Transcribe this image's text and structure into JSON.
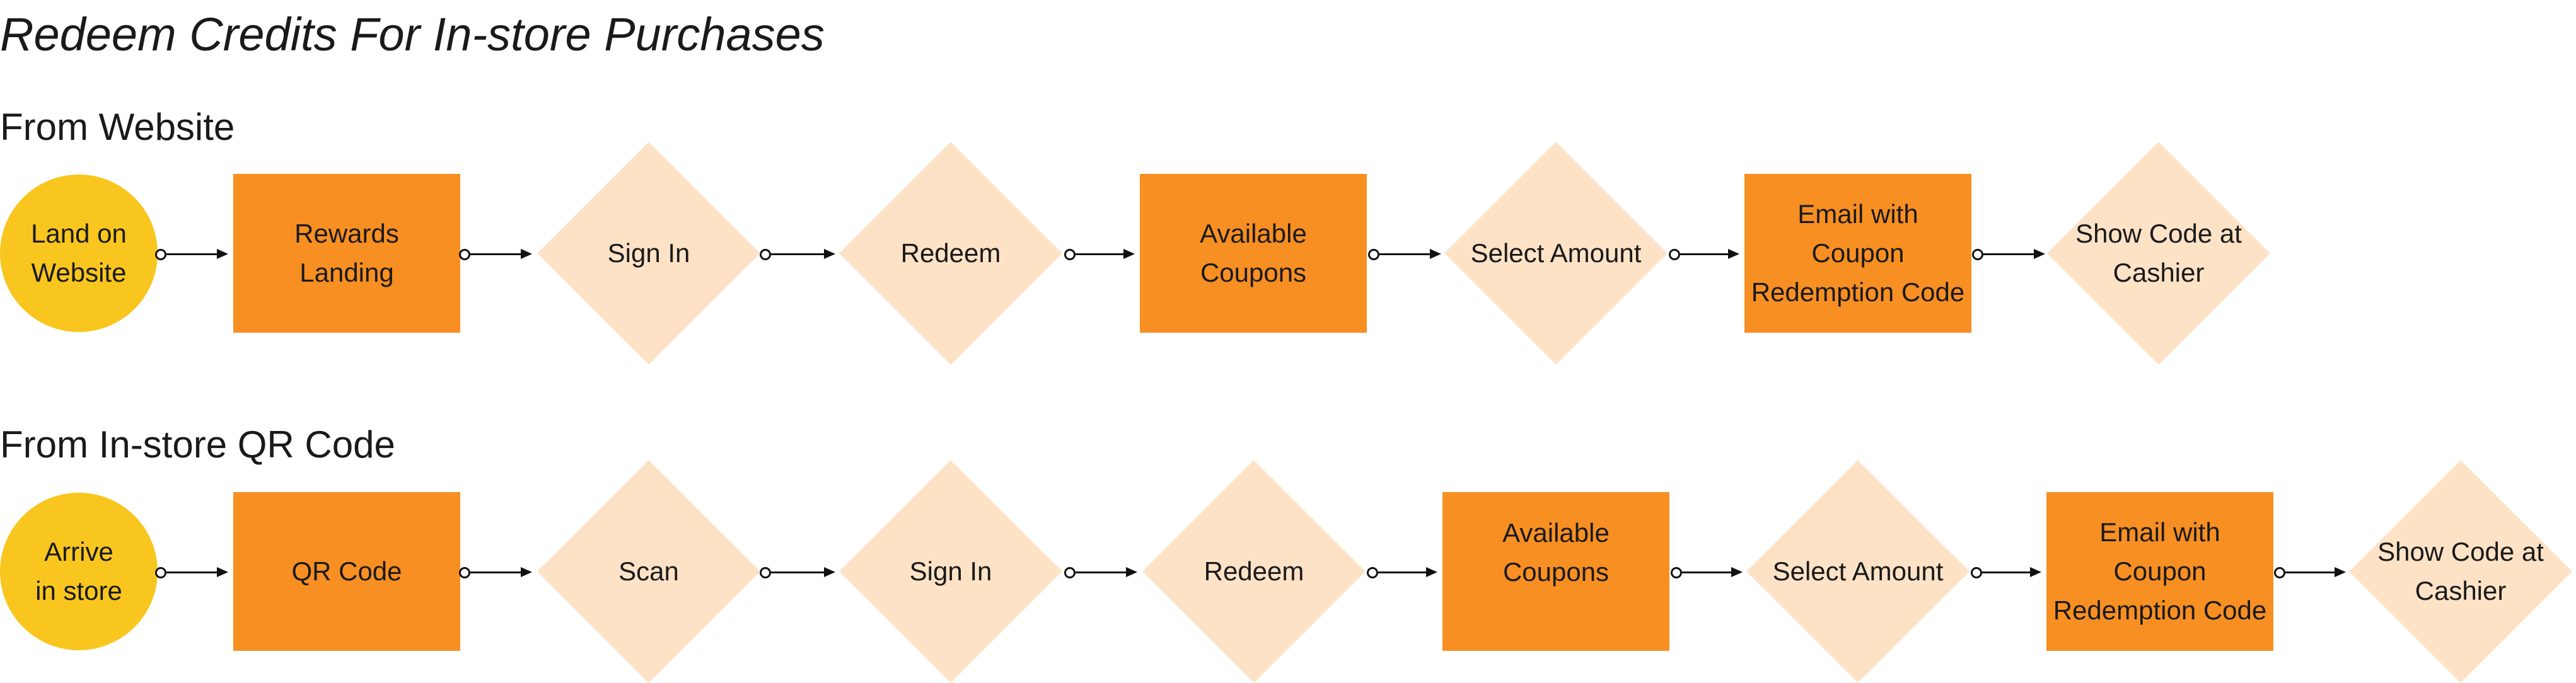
{
  "title": "Redeem Credits For In-store Purchases",
  "colors": {
    "start_circle": "#f8c61e",
    "screen_rect": "#f78f23",
    "action_diamond": "#fde2c6",
    "connector": "#111111"
  },
  "flows": [
    {
      "title": "From Website",
      "steps": [
        {
          "label": "Land on\nWebsite",
          "shape": "circle"
        },
        {
          "label": "Rewards\nLanding",
          "shape": "rect"
        },
        {
          "label": "Sign In",
          "shape": "diamond"
        },
        {
          "label": "Redeem",
          "shape": "diamond"
        },
        {
          "label": "Available\nCoupons",
          "shape": "rect"
        },
        {
          "label": "Select Amount",
          "shape": "diamond"
        },
        {
          "label": "Email with\nCoupon\nRedemption Code",
          "shape": "rect"
        },
        {
          "label": "Show Code at\nCashier",
          "shape": "diamond"
        }
      ]
    },
    {
      "title": "From In-store QR Code",
      "steps": [
        {
          "label": "Arrive\nin store",
          "shape": "circle"
        },
        {
          "label": "QR Code",
          "shape": "rect"
        },
        {
          "label": "Scan",
          "shape": "diamond"
        },
        {
          "label": "Sign In",
          "shape": "diamond"
        },
        {
          "label": "Redeem",
          "shape": "diamond"
        },
        {
          "label": "Available\nCoupons",
          "shape": "rect"
        },
        {
          "label": "Select Amount",
          "shape": "diamond"
        },
        {
          "label": "Email with\nCoupon\nRedemption Code",
          "shape": "rect"
        },
        {
          "label": "Show Code at\nCashier",
          "shape": "diamond"
        }
      ]
    }
  ]
}
